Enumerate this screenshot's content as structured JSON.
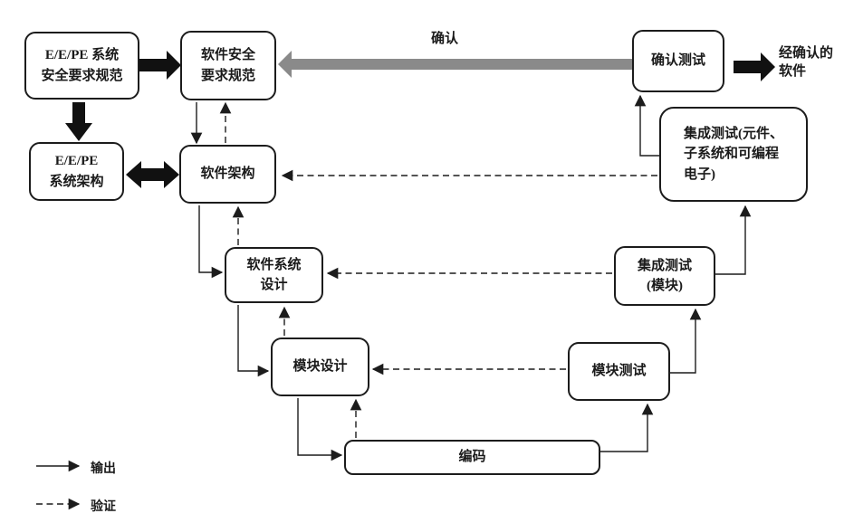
{
  "boxes": {
    "eepe_srs": "E/E/PE 系统\n安全要求规范",
    "sw_srs": "软件安全\n要求规范",
    "eepe_arch": "E/E/PE\n系统架构",
    "sw_arch": "软件架构",
    "confirm_test": "确认测试",
    "integ_test_system": "集成测试(元件、\n子系统和可编程\n电子)",
    "sw_sys_design": "软件系统\n设计",
    "integ_test_module": "集成测试\n(模块)",
    "module_design": "模块设计",
    "module_test": "模块测试",
    "coding": "编码"
  },
  "labels": {
    "confirm_arrow": "确认",
    "validated_software": "经确认的\n软件"
  },
  "legend": {
    "output": "输出",
    "verify": "验证"
  },
  "colors": {
    "line": "#1c1c1c",
    "thick_arrow": "#111111",
    "confirm_arrow_gray": "#8a8a8a",
    "box_border": "#1c1c1c",
    "box_fill": "#ffffff",
    "background": "#ffffff",
    "text": "#1a1a1a"
  }
}
